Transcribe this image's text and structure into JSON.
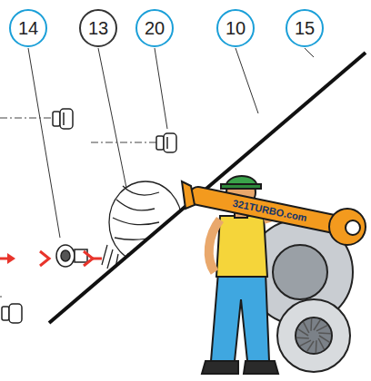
{
  "diagram": {
    "labels": [
      "14",
      "13",
      "20",
      "10",
      "15",
      "321TURBO.com"
    ]
  }
}
